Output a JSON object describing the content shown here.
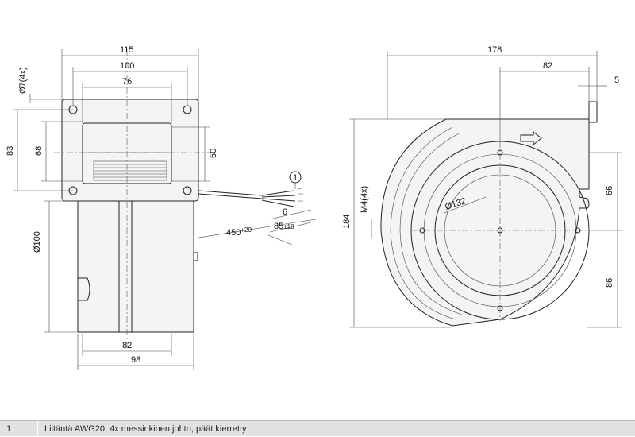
{
  "dimensions": {
    "front_width_115": "115",
    "front_width_100": "100",
    "front_width_76": "76",
    "hole_dia": "Ø7(4x)",
    "front_height_83": "83",
    "front_height_68": "68",
    "front_height_50": "50",
    "front_dia_100": "Ø100",
    "front_width_82": "82",
    "front_width_98": "98",
    "cable_length": "450",
    "cable_length_tol": "+20",
    "wire_strip": "6",
    "wire_len": "85",
    "wire_len_tol": "±10",
    "side_width_178": "178",
    "side_width_82": "82",
    "side_flange_5": "5",
    "side_thread": "M4(4x)",
    "side_height_184": "184",
    "side_dia_132": "Ø132",
    "side_height_66": "66",
    "side_height_86": "86"
  },
  "callout": {
    "number": "1"
  },
  "legend": {
    "number": "1",
    "text": "Liitäntä AWG20, 4x messinkinen johto, päät kierretty"
  }
}
